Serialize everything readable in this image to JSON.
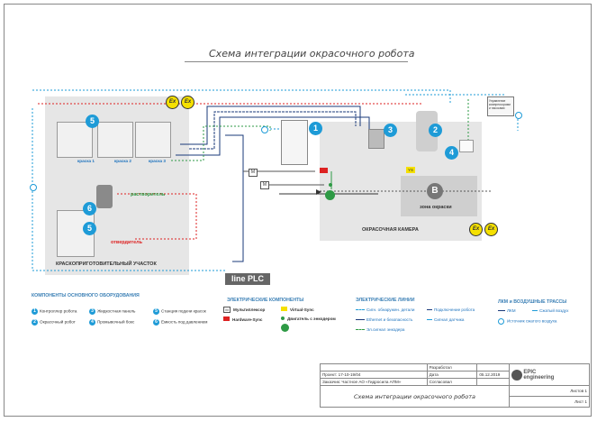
{
  "title": "Схема интеграции окрасочного робота",
  "areas": {
    "prep": "КРАСКОПРИГОТОВИТЕЛЬНЫЙ УЧАСТОК",
    "booth": "ОКРАСОЧНАЯ КАМЕРА",
    "spray_zone": "зона окраски"
  },
  "labels": {
    "paint1": "краска 1",
    "paint2": "краска 2",
    "paint3": "краска 3",
    "solvent": "растворитель",
    "hardener": "отвердитель",
    "plc": "line PLC",
    "m": "M",
    "ys": "YS",
    "zone_letter": "B",
    "control_panel": "Управление компрессорами и насосами",
    "ex": "Ex"
  },
  "numbers": [
    "1",
    "2",
    "3",
    "4",
    "5",
    "6"
  ],
  "legend": {
    "main": {
      "heading": "КОМПОНЕНТЫ ОСНОВНОГО ОБОРУДОВАНИЯ",
      "items": [
        {
          "n": "1",
          "text": "Контроллер робота"
        },
        {
          "n": "2",
          "text": "Окрасочный робот"
        },
        {
          "n": "3",
          "text": "Жидкостная панель"
        },
        {
          "n": "4",
          "text": "Промывочный бокс"
        },
        {
          "n": "5",
          "text": "Станция подачи красок"
        },
        {
          "n": "6",
          "text": "Емкость под давлением"
        }
      ]
    },
    "electrical": {
      "heading": "ЭЛЕКТРИЧЕСКИЕ КОМПОНЕНТЫ",
      "items": [
        "Мультиплексор",
        "Hardware-Sync",
        "Virtual-Sync",
        "Двигатель с энкодером"
      ]
    },
    "lines": {
      "heading": "ЭЛЕКТРИЧЕСКИЕ ЛИНИИ",
      "items": [
        "Сигн. обнаружен. детали",
        "Ethernet и безопасность",
        "Эл.сигнал энкодера",
        "Подключение робота",
        "Сигнал датчика"
      ]
    },
    "air": {
      "heading": "ЛКМ и ВОЗДУШНЫЕ ТРАССЫ",
      "items": [
        "ЛКМ",
        "Сжатый воздух",
        "Источник сжатого воздуха"
      ]
    }
  },
  "title_block": {
    "project": "Проект: 17-10-19/04",
    "customer": "Заказчик: Частное АО «Гидросила АПМ»",
    "developed": "Разработал",
    "date_label": "Дата",
    "date": "05.12.2019",
    "agreed": "Согласовал",
    "sheet_title": "Схема интеграции окрасочного робота",
    "sheets": "Листов 1",
    "sheet": "Лист 1",
    "company_top": "EPIC",
    "company_bottom": "engineering"
  },
  "colors": {
    "blue": "#1e9bd7",
    "green": "#2e9a45",
    "red": "#dd2222",
    "navy": "#1a3a7a",
    "yellow": "#f5e000"
  }
}
